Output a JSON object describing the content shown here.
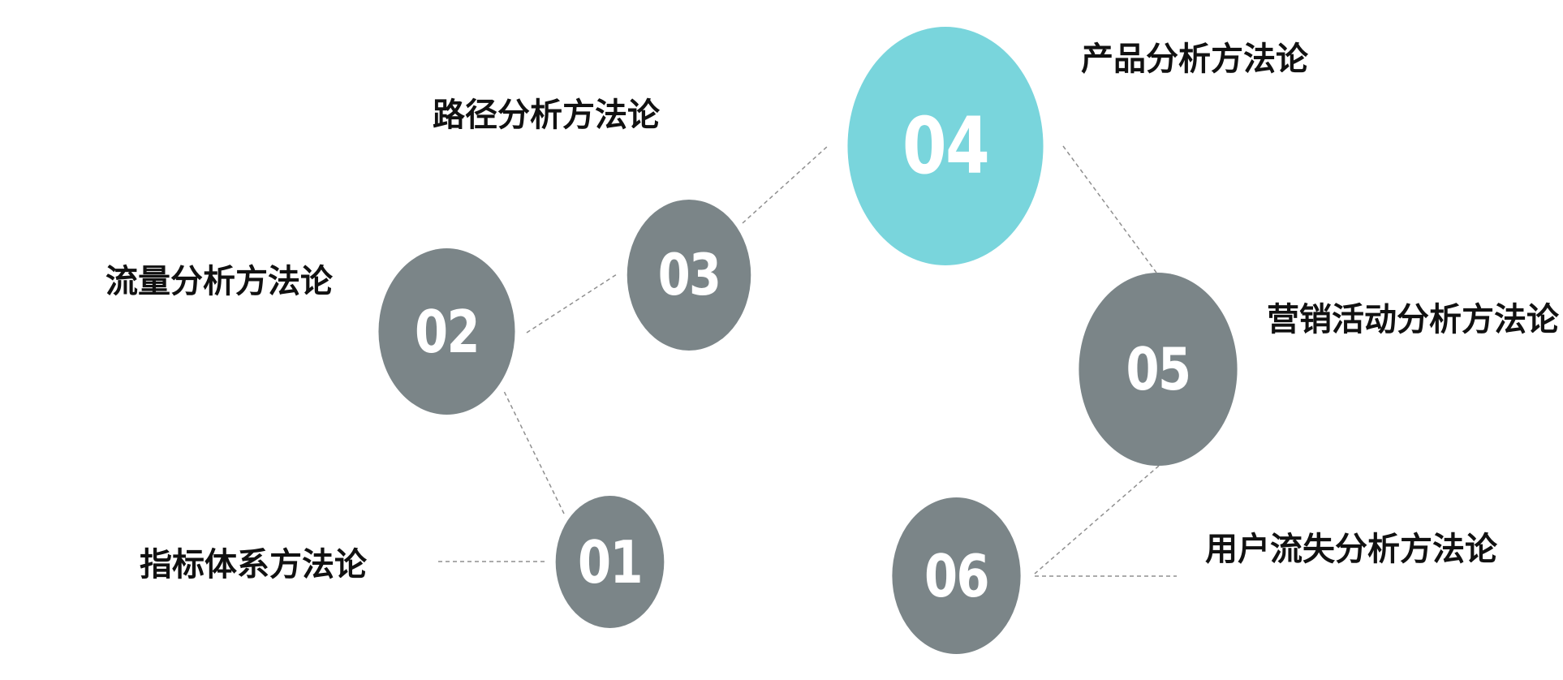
{
  "colors": {
    "node": "#7b8588",
    "highlight": "#79d5dc",
    "connector": "#8f8f8f",
    "text": "#111111"
  },
  "nodes": [
    {
      "number": "01",
      "label": "指标体系方法论",
      "highlighted": false
    },
    {
      "number": "02",
      "label": "流量分析方法论",
      "highlighted": false
    },
    {
      "number": "03",
      "label": "路径分析方法论",
      "highlighted": false
    },
    {
      "number": "04",
      "label": "产品分析方法论",
      "highlighted": true
    },
    {
      "number": "05",
      "label": "营销活动分析方法论",
      "highlighted": false
    },
    {
      "number": "06",
      "label": "用户流失分析方法论",
      "highlighted": false
    }
  ]
}
